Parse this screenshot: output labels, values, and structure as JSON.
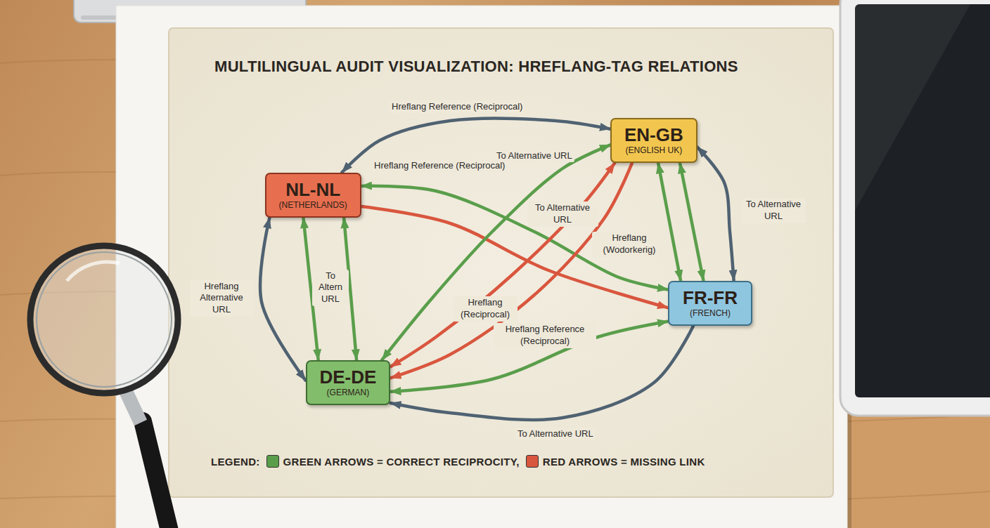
{
  "diagram": {
    "title": "MULTILINGUAL AUDIT VISUALIZATION: HREFLANG-TAG RELATIONS",
    "nodes": [
      {
        "text": [
          "EN-GB",
          "(ENGLISH UK)"
        ]
      },
      {
        "text": [
          "NL-NL",
          "(NETHERLANDS)"
        ]
      },
      {
        "text": [
          "FR-FR",
          "(FRENCH)"
        ]
      },
      {
        "text": [
          "DE-DE",
          "(GERMAN)"
        ]
      }
    ],
    "edges": [
      {
        "from": 1,
        "to": 0,
        "label": "Hreflang Reference (Reciprocal)",
        "arrow": "both"
      },
      {
        "from": 1,
        "to": 2,
        "label": "Hreflang Reference (Reciprocal)",
        "arrow": "both"
      },
      {
        "from": 1,
        "to": 2,
        "label": "Hreflang (Wodorkerig)",
        "arrow": "to"
      },
      {
        "from": 3,
        "to": 0,
        "label": "To Alternative URL",
        "arrow": "both"
      },
      {
        "from": 0,
        "to": 3,
        "label": "To Alternative URL",
        "arrow": "both"
      },
      {
        "from": 0,
        "to": 3,
        "label": "Hreflang (Reciprocal)",
        "arrow": "to"
      },
      {
        "from": 3,
        "to": 2,
        "label": "Hreflang Reference (Reciprocal)",
        "arrow": "both"
      },
      {
        "from": 2,
        "to": 3,
        "label": "To Alternative URL",
        "arrow": "to"
      },
      {
        "from": 1,
        "to": 3,
        "label": "Hreflang Alternative URL",
        "arrow": "both"
      },
      {
        "from": 1,
        "to": 3,
        "label": "To Altern URL",
        "arrow": "both"
      },
      {
        "from": 1,
        "to": 3,
        "arrow": "both"
      },
      {
        "from": 0,
        "to": 2,
        "arrow": "both"
      },
      {
        "from": 0,
        "to": 2,
        "arrow": "both"
      },
      {
        "from": 0,
        "to": 2,
        "label": "To Alternative URL",
        "arrow": "both"
      }
    ],
    "labels": [
      "LEGEND:"
    ],
    "legend": [
      {
        "text": "GREEN ARROWS = CORRECT RECIPROCITY,",
        "color": "#5a9e4b"
      },
      {
        "text": "RED ARROWS = MISSING LINK",
        "color": "#d9563e"
      }
    ]
  }
}
